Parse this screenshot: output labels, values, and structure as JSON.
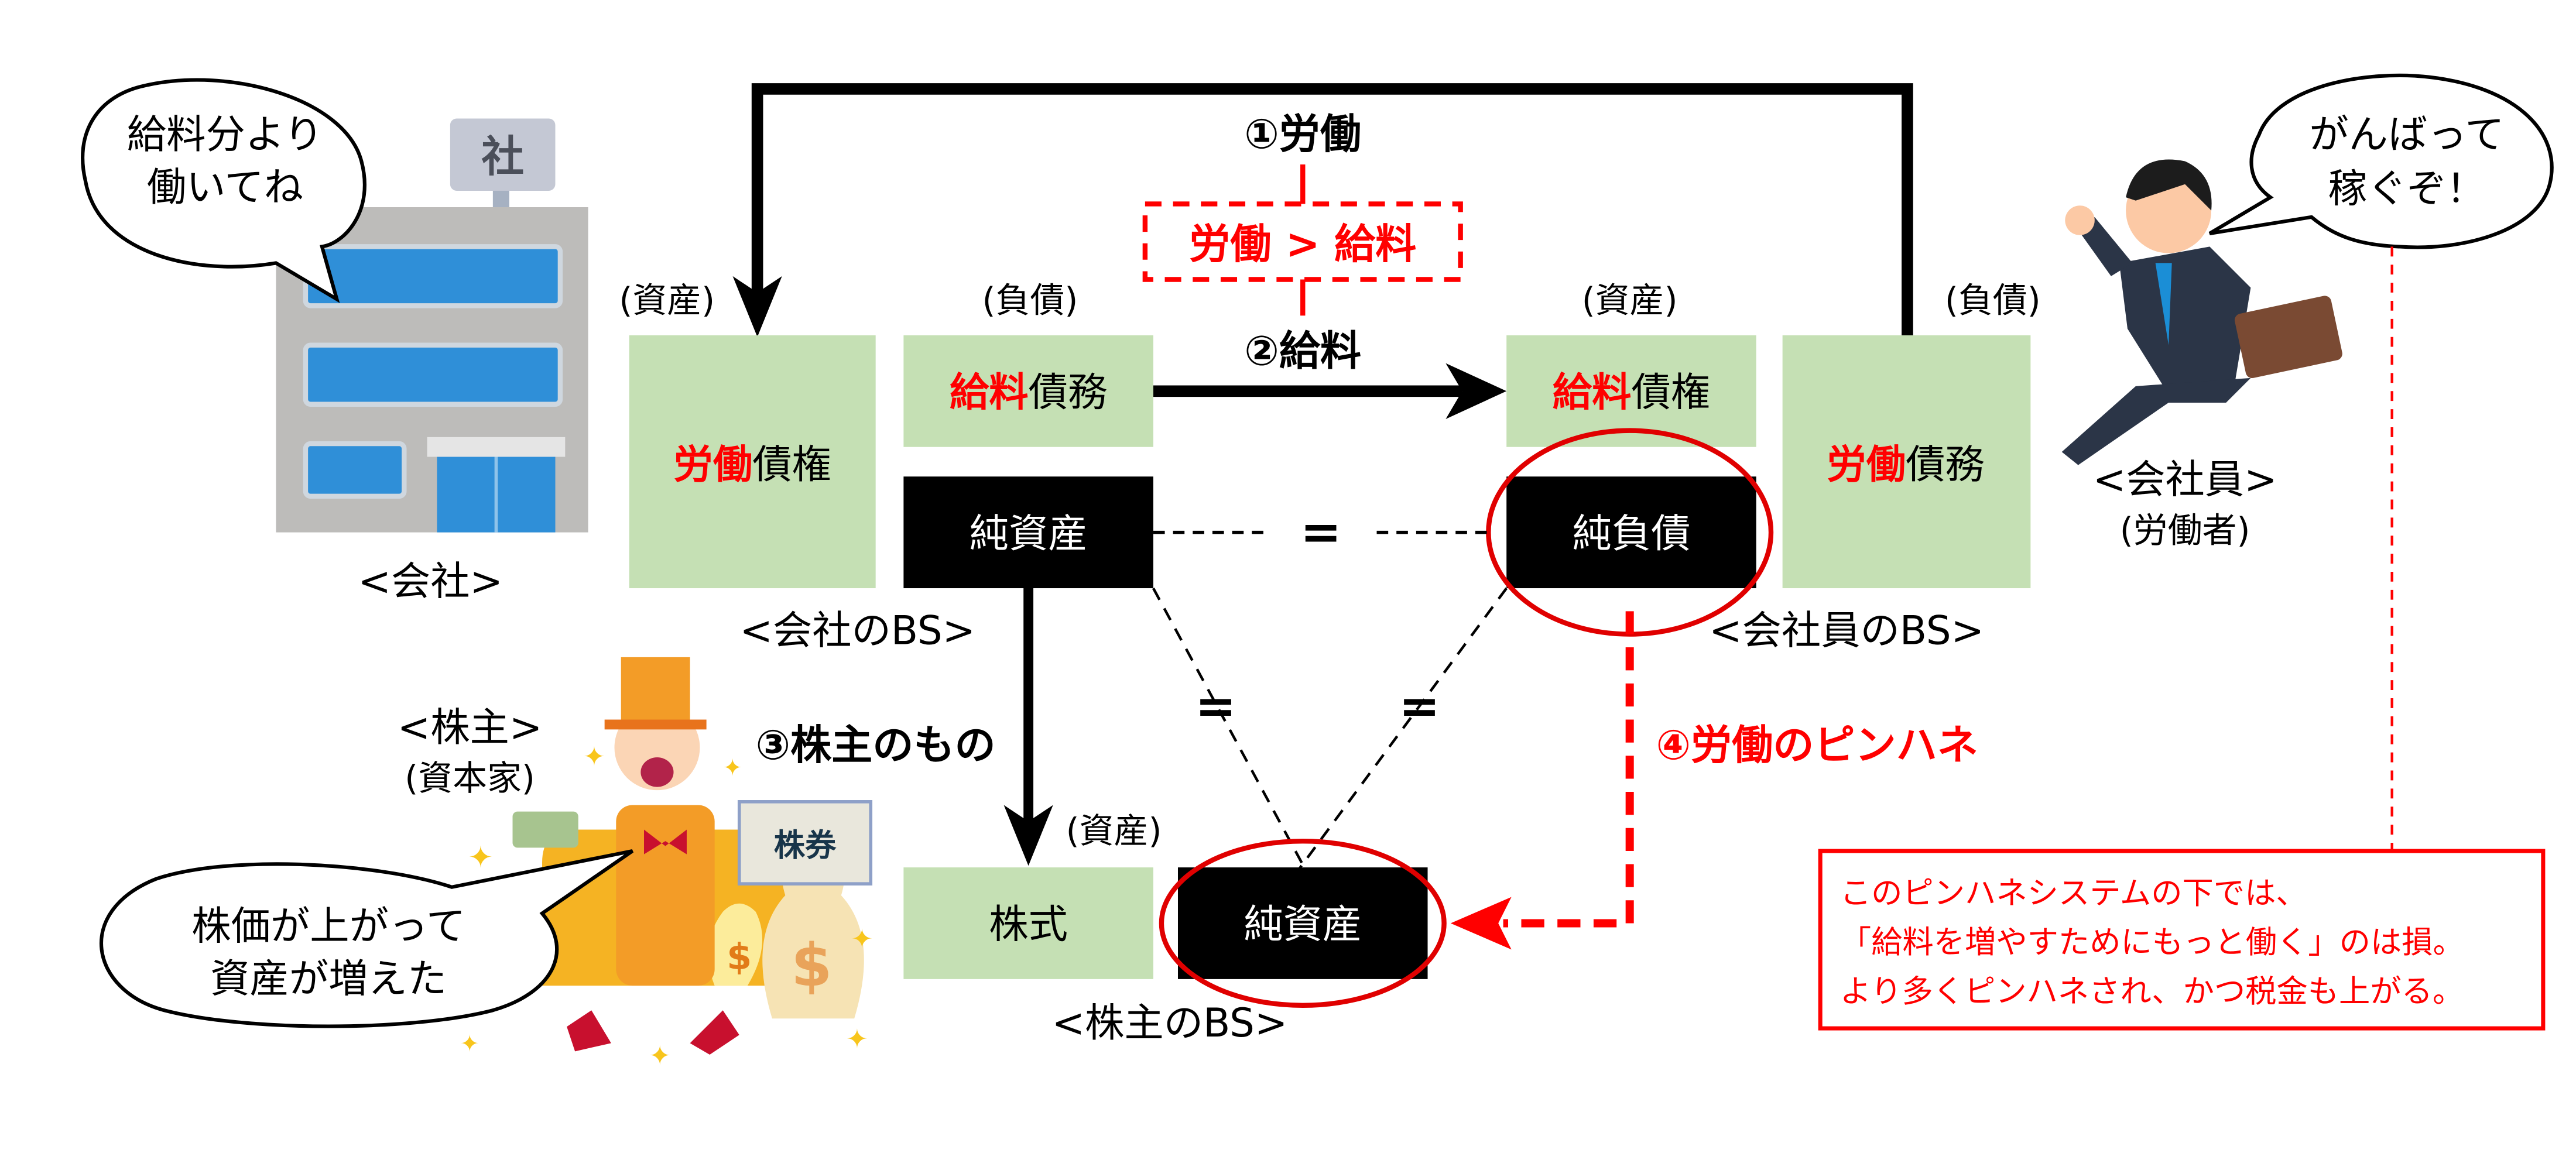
{
  "colors": {
    "green_box": "#C5E0B4",
    "black_box": "#000000",
    "accent_red": "#FF0000"
  },
  "company": {
    "bubble_lines": [
      "給料分より",
      "働いてね"
    ],
    "label": "<会社>",
    "sign_char": "社",
    "bs_title": "<会社のBS>",
    "asset_header": "(資産)",
    "liability_header": "(負債)",
    "asset_box": {
      "red": "労働",
      "black": "債権"
    },
    "liability_box": {
      "red": "給料",
      "black": "債務"
    },
    "equity_box": "純資産"
  },
  "employee": {
    "bubble_lines": [
      "がんばって",
      "稼ぐぞ！"
    ],
    "label": "<会社員>",
    "sublabel": "(労働者)",
    "bs_title": "<会社員のBS>",
    "asset_header": "(資産)",
    "liability_header": "(負債)",
    "asset_box": {
      "red": "給料",
      "black": "債権"
    },
    "liability_box": {
      "red": "労働",
      "black": "債務"
    },
    "equity_box": "純負債"
  },
  "shareholder": {
    "label": "<株主>",
    "sublabel": "(資本家)",
    "bubble_lines": [
      "株価が上がって",
      "資産が増えた"
    ],
    "certificate_text": "株券",
    "bs_title": "<株主のBS>",
    "asset_header": "(資産)",
    "asset_box": "株式",
    "equity_box": "純資産"
  },
  "flows": {
    "labor": "①労働",
    "inequality": "労働 > 給料",
    "salary": "②給料",
    "shareholder_owned": "③株主のもの",
    "skimming": "④労働のピンハネ",
    "equals": "="
  },
  "note": {
    "lines": [
      "このピンハネシステムの下では、",
      "「給料を増やすためにもっと働く」のは損。",
      "より多くピンハネされ、かつ税金も上がる。"
    ]
  }
}
